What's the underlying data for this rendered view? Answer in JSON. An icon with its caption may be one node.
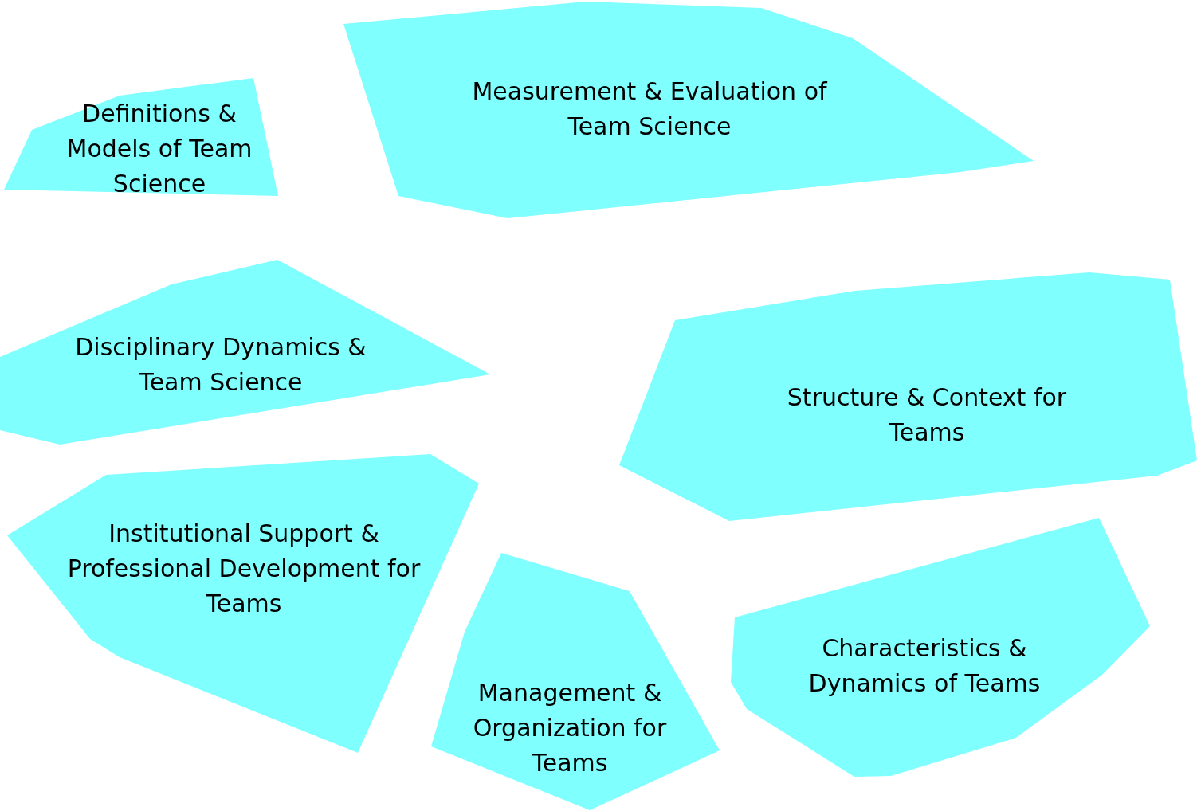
{
  "diagram": {
    "nodes": [
      {
        "text": [
          "Definitions & Models of Team Science"
        ]
      },
      {
        "text": [
          "Measurement & Evaluation of Team Science"
        ]
      },
      {
        "text": [
          "Disciplinary Dynamics & Team Science"
        ]
      },
      {
        "text": [
          "Structure & Context for Teams"
        ]
      },
      {
        "text": [
          "Institutional Support & Professional Development for Teams"
        ]
      },
      {
        "text": [
          "Management & Organization for Teams"
        ]
      },
      {
        "text": [
          "Characteristics & Dynamics of Teams"
        ]
      }
    ]
  }
}
